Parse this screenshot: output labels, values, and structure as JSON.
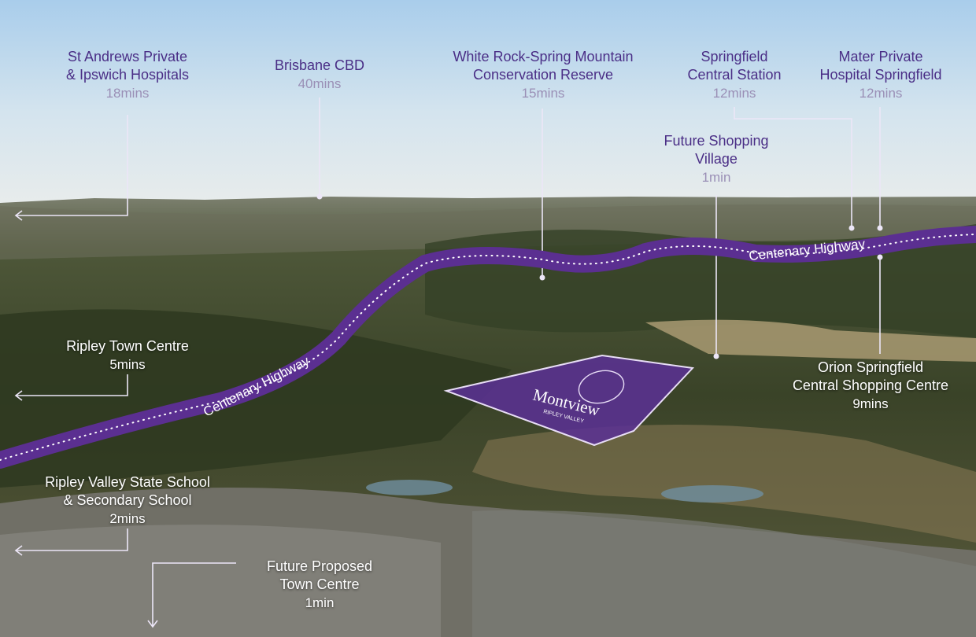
{
  "highway": {
    "name": "Centenary Highway",
    "color": "#5b2f91"
  },
  "site": {
    "brand": "Montview",
    "sub": "RIPLEY VALLEY",
    "fill": "#5a3192"
  },
  "destinations": [
    {
      "name1": "St Andrews Private",
      "name2": "& Ipswich Hospitals",
      "time": "18mins"
    },
    {
      "name1": "Brisbane CBD",
      "time": "40mins"
    },
    {
      "name1": "White Rock-Spring Mountain",
      "name2": "Conservation Reserve",
      "time": "15mins"
    },
    {
      "name1": "Springfield",
      "name2": "Central Station",
      "time": "12mins"
    },
    {
      "name1": "Mater Private",
      "name2": "Hospital Springfield",
      "time": "12mins"
    },
    {
      "name1": "Future Shopping",
      "name2": "Village",
      "time": "1min"
    },
    {
      "name1": "Ripley Town Centre",
      "time": "5mins"
    },
    {
      "name1": "Orion Springfield",
      "name2": "Central Shopping Centre",
      "time": "9mins"
    },
    {
      "name1": "Ripley Valley State School",
      "name2": "& Secondary School",
      "time": "2mins"
    },
    {
      "name1": "Future Proposed",
      "name2": "Town Centre",
      "time": "1min"
    }
  ]
}
